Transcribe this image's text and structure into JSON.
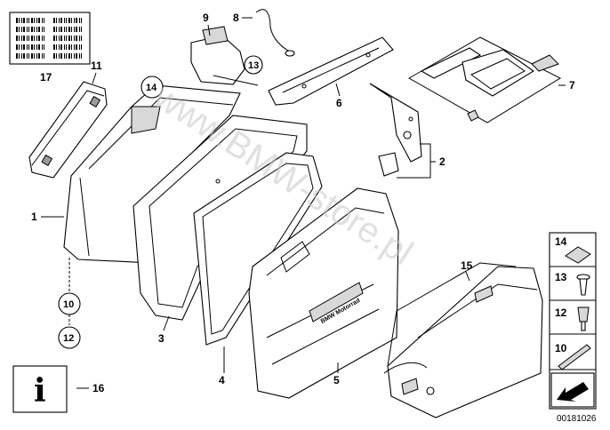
{
  "diagram": {
    "watermark": "www.BMW-store.pl",
    "reference_number": "00181026",
    "labels": {
      "p1": "1",
      "p2": "2",
      "p3": "3",
      "p4": "4",
      "p5": "5",
      "p6": "6",
      "p7": "7",
      "p8": "8",
      "p9": "9",
      "p10": "10",
      "p11": "11",
      "p12": "12",
      "p13": "13",
      "p14": "14",
      "p15": "15",
      "p16": "16",
      "p17": "17"
    },
    "circled_labels": {
      "c13": "13",
      "c14": "14",
      "c10": "10",
      "c12": "12"
    },
    "legend": {
      "l14": "14",
      "l13": "13",
      "l12": "12",
      "l10": "10"
    },
    "case_emblem": "BMW Motorrad",
    "info_icon": "i",
    "colors": {
      "line": "#000000",
      "watermark": "#c8c8c8",
      "shade": "#d8d8d8"
    }
  }
}
